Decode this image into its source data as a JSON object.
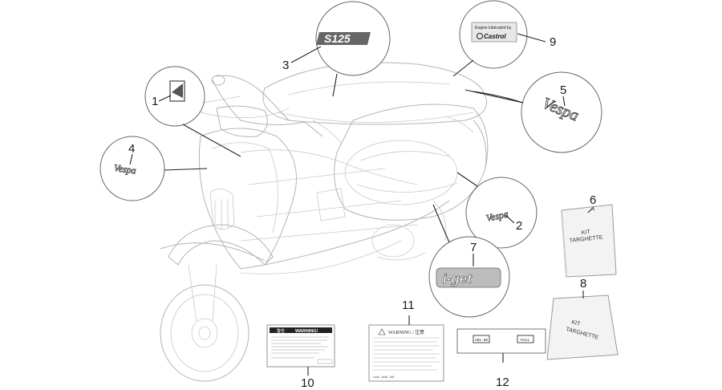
{
  "callouts": [
    "1",
    "2",
    "3",
    "4",
    "5",
    "6",
    "7",
    "8",
    "9",
    "10",
    "11",
    "12"
  ],
  "decals": {
    "model_badge": "S125",
    "brand_script": "Vespa",
    "iget": "i-get",
    "castrol_line1": "Engine lubricated by",
    "castrol_line2": "Castrol",
    "kit_line1": "KIT",
    "kit_line2": "TARGHETTE",
    "warning_title": "WARNING!",
    "warning_cn": "警告",
    "warning2_title": "WARNING / 注意",
    "plate_left": "AB1-0K",
    "plate_right": "PA11",
    "code_label": "Code 1b06 160"
  },
  "colors": {
    "line_art": "#c9c9c9",
    "leader": "#222222",
    "bubble_stroke": "#666666"
  }
}
